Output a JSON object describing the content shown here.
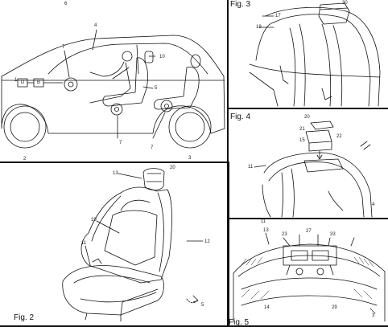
{
  "figures": {
    "fig1": {
      "labels": {
        "l6": "6",
        "l4": "4",
        "l7a": "7",
        "l10": "10",
        "lD": "D",
        "lB": "B",
        "l5": "5",
        "l1": "1",
        "l7b": "7",
        "l7c": "7",
        "l2": "2",
        "l3": "3"
      }
    },
    "fig2": {
      "caption": "Fig. 2",
      "labels": {
        "l13": "13",
        "l20": "20",
        "l10": "10",
        "l11": "11",
        "l12": "12",
        "l5": "5"
      }
    },
    "fig3": {
      "caption": "Fig. 3",
      "labels": {
        "l17": "17",
        "l19": "19",
        "l30": "30"
      }
    },
    "fig4": {
      "caption": "Fig. 4",
      "labels": {
        "l20": "20",
        "l21": "21",
        "l15": "15",
        "l22": "22",
        "l11": "11",
        "l4": "4"
      }
    },
    "fig5": {
      "caption": "Fig. 5",
      "labels": {
        "l11": "11",
        "l13": "13",
        "l23": "23",
        "l27": "27",
        "l33": "33",
        "l14": "14",
        "l29": "29",
        "l3": "3"
      }
    }
  },
  "colors": {
    "ink": "#111111",
    "paper": "#ffffff"
  }
}
